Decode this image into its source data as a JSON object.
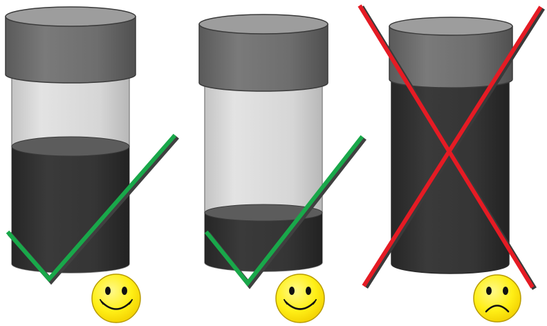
{
  "illustration": {
    "colors": {
      "background": "#ffffff",
      "cap_body": "#6e6e6e",
      "cap_top": "#9a9a9a",
      "cap_edge": "#3a3a3a",
      "glass_empty": "#d6d6d6",
      "glass_shade": "#bcbcbc",
      "liquid": "#333333",
      "liquid_surface": "#595959",
      "check_green": "#19a84a",
      "check_shadow": "#404040",
      "cross_red": "#e51b24",
      "face_yellow": "#ffef16",
      "face_outline": "#b89b00",
      "face_features": "#111111"
    },
    "jars": [
      {
        "id": "jar-1",
        "fill_level": 0.55,
        "mark": "check",
        "face": "smiley"
      },
      {
        "id": "jar-2",
        "fill_level": 0.2,
        "mark": "check",
        "face": "smiley"
      },
      {
        "id": "jar-3",
        "fill_level": 1.0,
        "mark": "cross",
        "face": "frown"
      }
    ],
    "icons": {
      "check": "check-mark-icon",
      "cross": "cross-mark-icon",
      "smiley": "smiley-face-icon",
      "frown": "frown-face-icon"
    }
  }
}
